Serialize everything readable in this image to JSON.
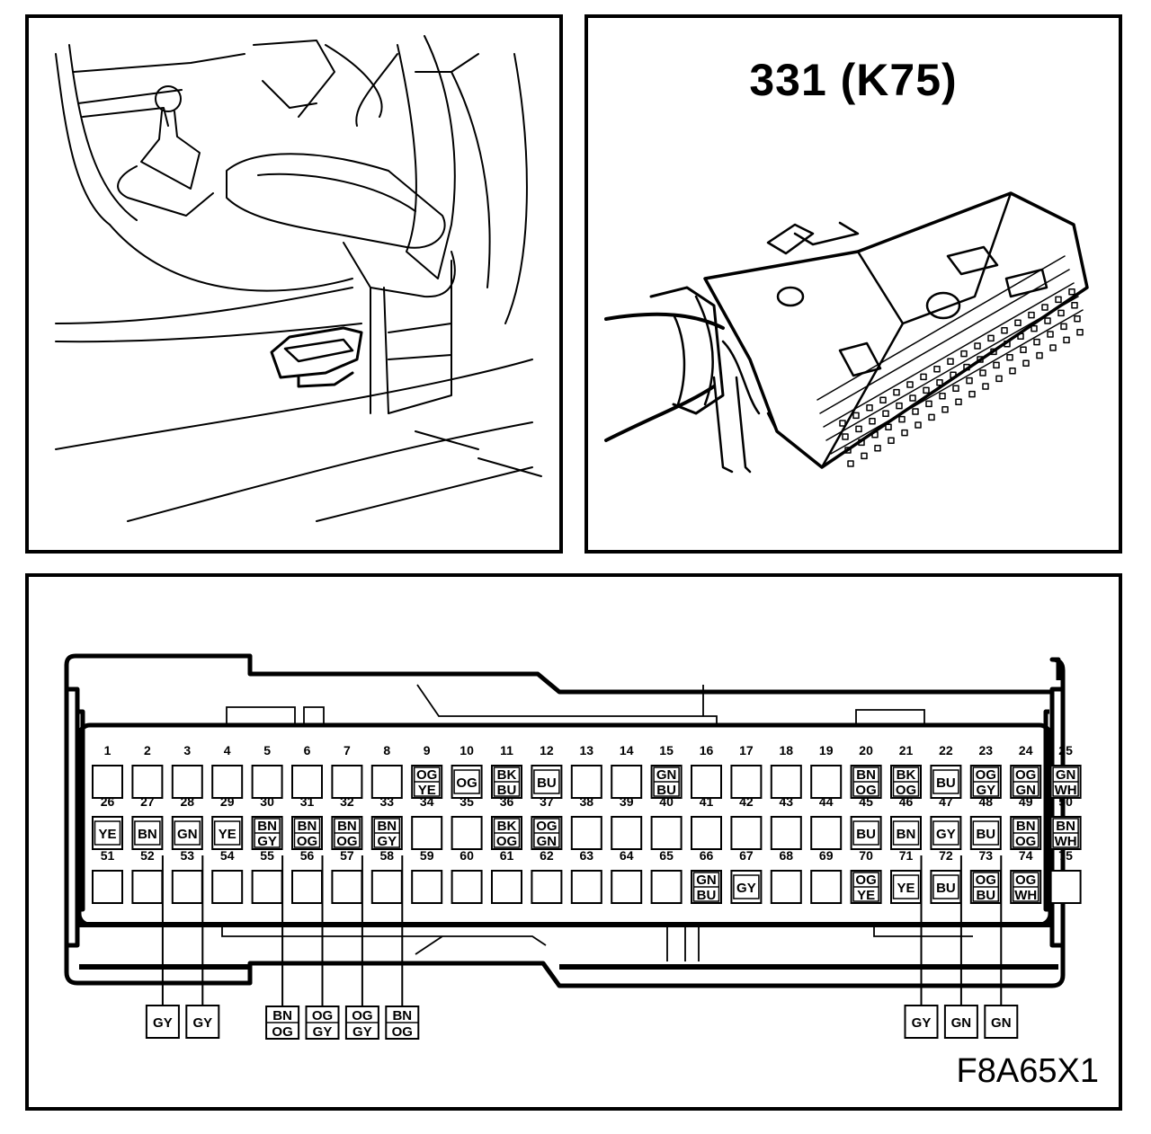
{
  "connector_title": "331 (K75)",
  "figure_code": "F8A65X1",
  "pin_rows": [
    {
      "pins": [
        {
          "n": "1",
          "w": []
        },
        {
          "n": "2",
          "w": []
        },
        {
          "n": "3",
          "w": []
        },
        {
          "n": "4",
          "w": []
        },
        {
          "n": "5",
          "w": []
        },
        {
          "n": "6",
          "w": []
        },
        {
          "n": "7",
          "w": []
        },
        {
          "n": "8",
          "w": []
        },
        {
          "n": "9",
          "w": [
            "OG",
            "YE"
          ]
        },
        {
          "n": "10",
          "w": [
            "OG"
          ]
        },
        {
          "n": "11",
          "w": [
            "BK",
            "BU"
          ]
        },
        {
          "n": "12",
          "w": [
            "BU"
          ]
        },
        {
          "n": "13",
          "w": []
        },
        {
          "n": "14",
          "w": []
        },
        {
          "n": "15",
          "w": [
            "GN",
            "BU"
          ]
        },
        {
          "n": "16",
          "w": []
        },
        {
          "n": "17",
          "w": []
        },
        {
          "n": "18",
          "w": []
        },
        {
          "n": "19",
          "w": []
        },
        {
          "n": "20",
          "w": [
            "BN",
            "OG"
          ]
        },
        {
          "n": "21",
          "w": [
            "BK",
            "OG"
          ]
        },
        {
          "n": "22",
          "w": [
            "BU"
          ]
        },
        {
          "n": "23",
          "w": [
            "OG",
            "GY"
          ]
        },
        {
          "n": "24",
          "w": [
            "OG",
            "GN"
          ]
        },
        {
          "n": "25",
          "w": [
            "GN",
            "WH"
          ]
        }
      ]
    },
    {
      "pins": [
        {
          "n": "26",
          "w": [
            "YE"
          ]
        },
        {
          "n": "27",
          "w": [
            "BN"
          ]
        },
        {
          "n": "28",
          "w": [
            "GN"
          ]
        },
        {
          "n": "29",
          "w": [
            "YE"
          ]
        },
        {
          "n": "30",
          "w": [
            "BN",
            "GY"
          ]
        },
        {
          "n": "31",
          "w": [
            "BN",
            "OG"
          ]
        },
        {
          "n": "32",
          "w": [
            "BN",
            "OG"
          ]
        },
        {
          "n": "33",
          "w": [
            "BN",
            "GY"
          ]
        },
        {
          "n": "34",
          "w": []
        },
        {
          "n": "35",
          "w": []
        },
        {
          "n": "36",
          "w": [
            "BK",
            "OG"
          ]
        },
        {
          "n": "37",
          "w": [
            "OG",
            "GN"
          ]
        },
        {
          "n": "38",
          "w": []
        },
        {
          "n": "39",
          "w": []
        },
        {
          "n": "40",
          "w": []
        },
        {
          "n": "41",
          "w": []
        },
        {
          "n": "42",
          "w": []
        },
        {
          "n": "43",
          "w": []
        },
        {
          "n": "44",
          "w": []
        },
        {
          "n": "45",
          "w": [
            "BU"
          ]
        },
        {
          "n": "46",
          "w": [
            "BN"
          ]
        },
        {
          "n": "47",
          "w": [
            "GY"
          ]
        },
        {
          "n": "48",
          "w": [
            "BU"
          ]
        },
        {
          "n": "49",
          "w": [
            "BN",
            "OG"
          ]
        },
        {
          "n": "50",
          "w": [
            "BN",
            "WH"
          ]
        }
      ]
    },
    {
      "pins": [
        {
          "n": "51",
          "w": []
        },
        {
          "n": "52",
          "w": []
        },
        {
          "n": "53",
          "w": []
        },
        {
          "n": "54",
          "w": []
        },
        {
          "n": "55",
          "w": []
        },
        {
          "n": "56",
          "w": []
        },
        {
          "n": "57",
          "w": []
        },
        {
          "n": "58",
          "w": []
        },
        {
          "n": "59",
          "w": []
        },
        {
          "n": "60",
          "w": []
        },
        {
          "n": "61",
          "w": []
        },
        {
          "n": "62",
          "w": []
        },
        {
          "n": "63",
          "w": []
        },
        {
          "n": "64",
          "w": []
        },
        {
          "n": "65",
          "w": []
        },
        {
          "n": "66",
          "w": [
            "GN",
            "BU"
          ]
        },
        {
          "n": "67",
          "w": [
            "GY"
          ]
        },
        {
          "n": "68",
          "w": []
        },
        {
          "n": "69",
          "w": []
        },
        {
          "n": "70",
          "w": [
            "OG",
            "YE"
          ]
        },
        {
          "n": "71",
          "w": [
            "YE"
          ]
        },
        {
          "n": "72",
          "w": [
            "BU"
          ]
        },
        {
          "n": "73",
          "w": [
            "OG",
            "BU"
          ]
        },
        {
          "n": "74",
          "w": [
            "OG",
            "WH"
          ]
        },
        {
          "n": "75",
          "w": []
        }
      ]
    }
  ],
  "external_wires": [
    {
      "pin": "52",
      "w": [
        "GY"
      ]
    },
    {
      "pin": "53",
      "w": [
        "GY"
      ]
    },
    {
      "pin": "55",
      "w": [
        "BN",
        "OG"
      ]
    },
    {
      "pin": "56",
      "w": [
        "OG",
        "GY"
      ]
    },
    {
      "pin": "57",
      "w": [
        "OG",
        "GY"
      ]
    },
    {
      "pin": "58",
      "w": [
        "BN",
        "OG"
      ]
    },
    {
      "pin": "71",
      "w": [
        "GY"
      ]
    },
    {
      "pin": "72",
      "w": [
        "GN"
      ]
    },
    {
      "pin": "73",
      "w": [
        "GN"
      ]
    }
  ]
}
